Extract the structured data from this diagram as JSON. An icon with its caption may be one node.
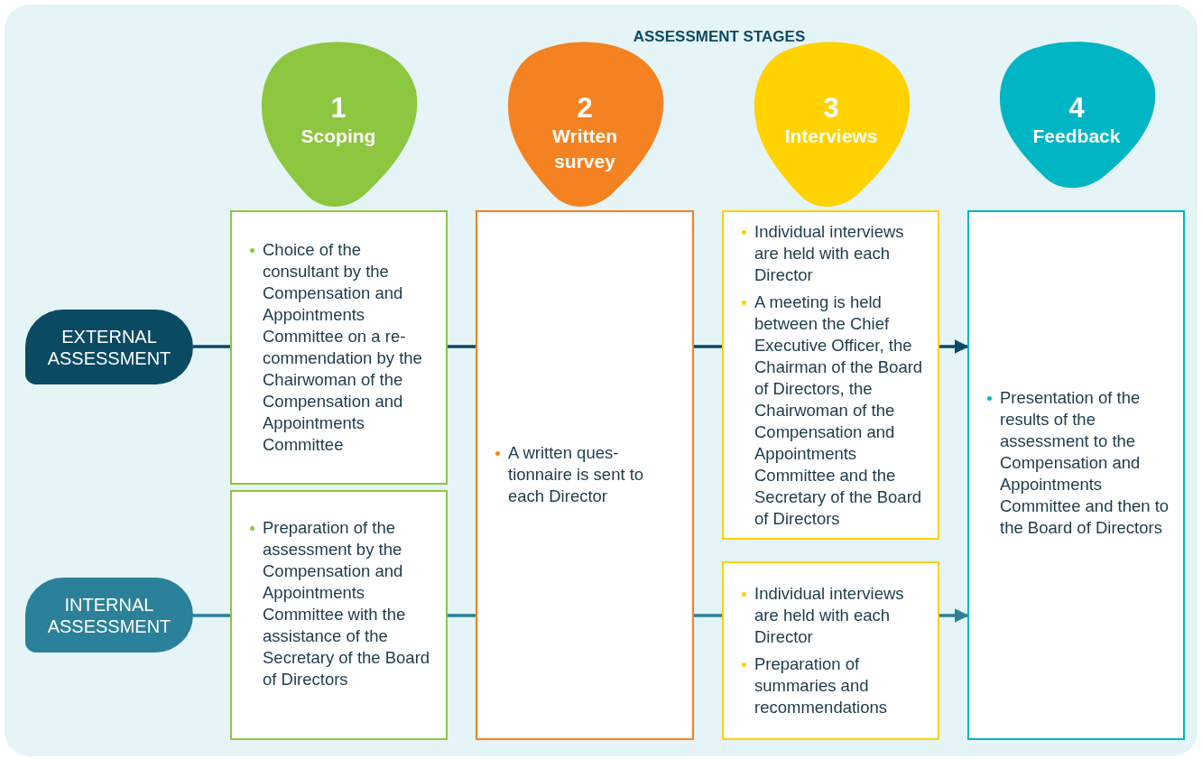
{
  "diagram": {
    "title": "ASSESSMENT STAGES",
    "nodes": [
      {
        "text": [
          "1",
          "Scoping"
        ]
      },
      {
        "text": [
          "2",
          "Written survey"
        ]
      },
      {
        "text": [
          "3",
          "Interviews"
        ]
      },
      {
        "text": [
          "4",
          "Feedback"
        ]
      },
      {
        "text": [
          "EXTERNAL ASSESSMENT"
        ]
      },
      {
        "text": [
          "INTERNAL ASSESSMENT"
        ]
      },
      {
        "text": [
          "Choice of the consultant by the Compensation and Appointments Committee on a re-commendation by the Chairwoman of the Compensation and Appointments Committee"
        ]
      },
      {
        "text": [
          "Preparation of the assessment by the Compensation and Appointments Committee with the assistance of the Secretary of the Board of Directors"
        ]
      },
      {
        "text": [
          "A written ques-tionnaire is sent to each Director"
        ]
      },
      {
        "text": [
          "Individual interviews are held with each Director",
          "A meeting is held between the Chief Executive Officer, the Chairman of the Board of Directors, the Chairwoman of the Compensation and Appointments Committee and the Secretary of the Board of Directors"
        ]
      },
      {
        "text": [
          "Individual interviews are held with each Director",
          "Preparation of summaries and recommendations"
        ]
      },
      {
        "text": [
          "Presentation of the results of the assessment to the Compensation and Appointments Committee and then to the Board of Directors"
        ]
      }
    ],
    "edges": [
      {
        "from": 4,
        "to": 6,
        "arrow": "none"
      },
      {
        "from": 6,
        "to": 8,
        "arrow": "none"
      },
      {
        "from": 8,
        "to": 9,
        "arrow": "none"
      },
      {
        "from": 9,
        "to": 11,
        "arrow": "to"
      },
      {
        "from": 5,
        "to": 7,
        "arrow": "none",
        "color": "#2a8199"
      },
      {
        "from": 7,
        "to": 8,
        "arrow": "none",
        "color": "#2a8199"
      },
      {
        "from": 8,
        "to": 10,
        "arrow": "none",
        "color": "#2a8199"
      },
      {
        "from": 10,
        "to": 11,
        "arrow": "to",
        "color": "#2a8199"
      }
    ]
  }
}
